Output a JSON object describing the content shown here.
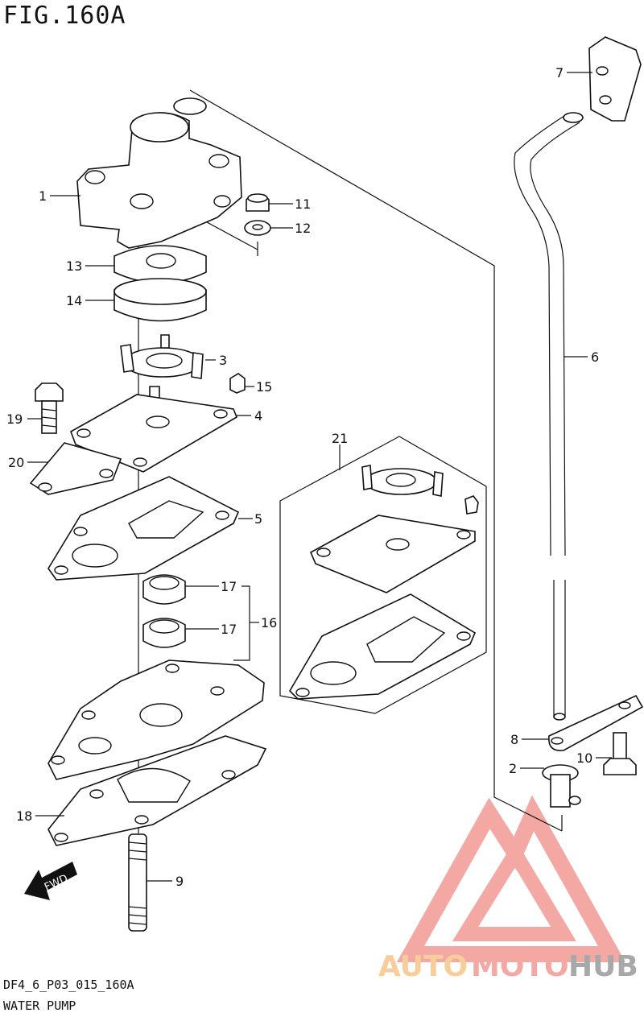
{
  "figure": {
    "title": "FIG.160A",
    "code": "DF4_6_P03_015_160A",
    "name": "WATER PUMP"
  },
  "callouts": [
    {
      "num": "1"
    },
    {
      "num": "2"
    },
    {
      "num": "3"
    },
    {
      "num": "4"
    },
    {
      "num": "5"
    },
    {
      "num": "6"
    },
    {
      "num": "7"
    },
    {
      "num": "8"
    },
    {
      "num": "9"
    },
    {
      "num": "10"
    },
    {
      "num": "11"
    },
    {
      "num": "12"
    },
    {
      "num": "13"
    },
    {
      "num": "14"
    },
    {
      "num": "15"
    },
    {
      "num": "16"
    },
    {
      "num": "17"
    },
    {
      "num": "17"
    },
    {
      "num": "18"
    },
    {
      "num": "19"
    },
    {
      "num": "20"
    },
    {
      "num": "21"
    }
  ],
  "fwd_label": "FWD",
  "watermark": {
    "part1": "AUTO",
    "part2": "MOTO",
    "part3": "HUB",
    "color1": "#f6c58a",
    "color2": "#f19a93",
    "color3": "#9a9a9a"
  }
}
